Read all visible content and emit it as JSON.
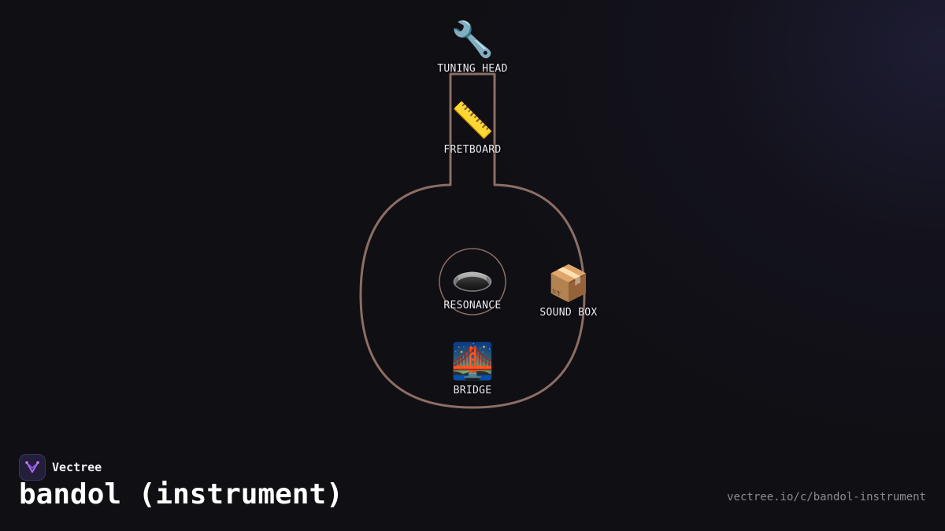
{
  "brand": {
    "name": "Vectree",
    "logo_icon": "vectree-logo-icon"
  },
  "title": "bandol (instrument)",
  "url": "vectree.io/c/bandol-instrument",
  "diagram": {
    "outline_color": "#8c6e64",
    "nodes": {
      "tuning_head": {
        "label": "TUNING HEAD",
        "emoji": "🔧",
        "icon": "wrench-icon"
      },
      "fretboard": {
        "label": "FRETBOARD",
        "emoji": "📏",
        "icon": "ruler-icon"
      },
      "resonance": {
        "label": "RESONANCE",
        "emoji": "🕳️",
        "icon": "hole-icon"
      },
      "sound_box": {
        "label": "SOUND BOX",
        "emoji": "📦",
        "icon": "package-icon"
      },
      "bridge": {
        "label": "BRIDGE",
        "emoji": "🌉",
        "icon": "bridge-icon"
      }
    }
  }
}
